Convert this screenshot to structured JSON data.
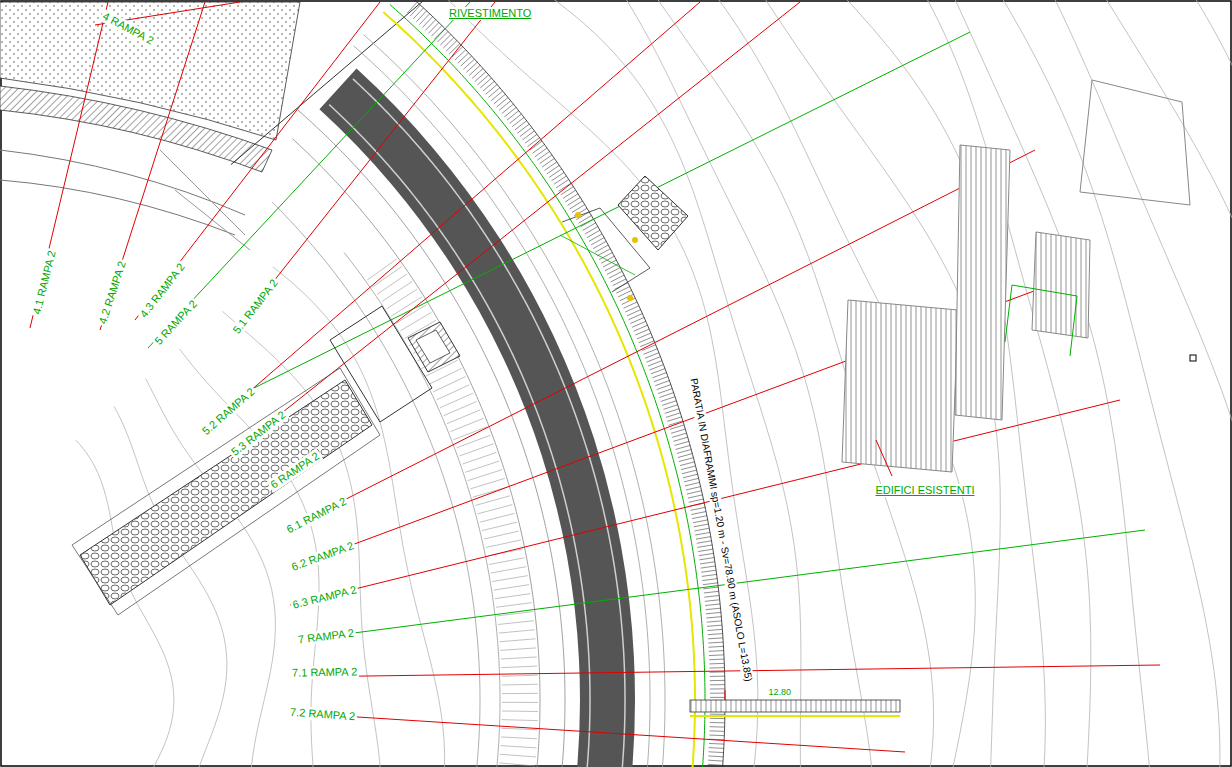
{
  "diagram": {
    "labels": [
      "RIVESTIMENTO",
      "4 RAMPA 2",
      "4.1 RAMPA 2",
      "4.2 RAMPA 2",
      "4.3 RAMPA 2",
      "5 RAMPA 2",
      "5.1 RAMPA 2",
      "5.2 RAMPA 2",
      "5.3 RAMPA 2",
      "6 RAMPA 2",
      "6.1 RAMPA 2",
      "6.2 RAMPA 2",
      "6.3 RAMPA 2",
      "7 RAMPA 2",
      "7.1 RAMPA 2",
      "7.2 RAMPA 2",
      "PARATIA IN DIAFRAMMI sp=1.20 m - Sv=78.90 m (ASOLO L=13.85)",
      "EDIFICI ESISTENTI",
      "12.80"
    ]
  }
}
